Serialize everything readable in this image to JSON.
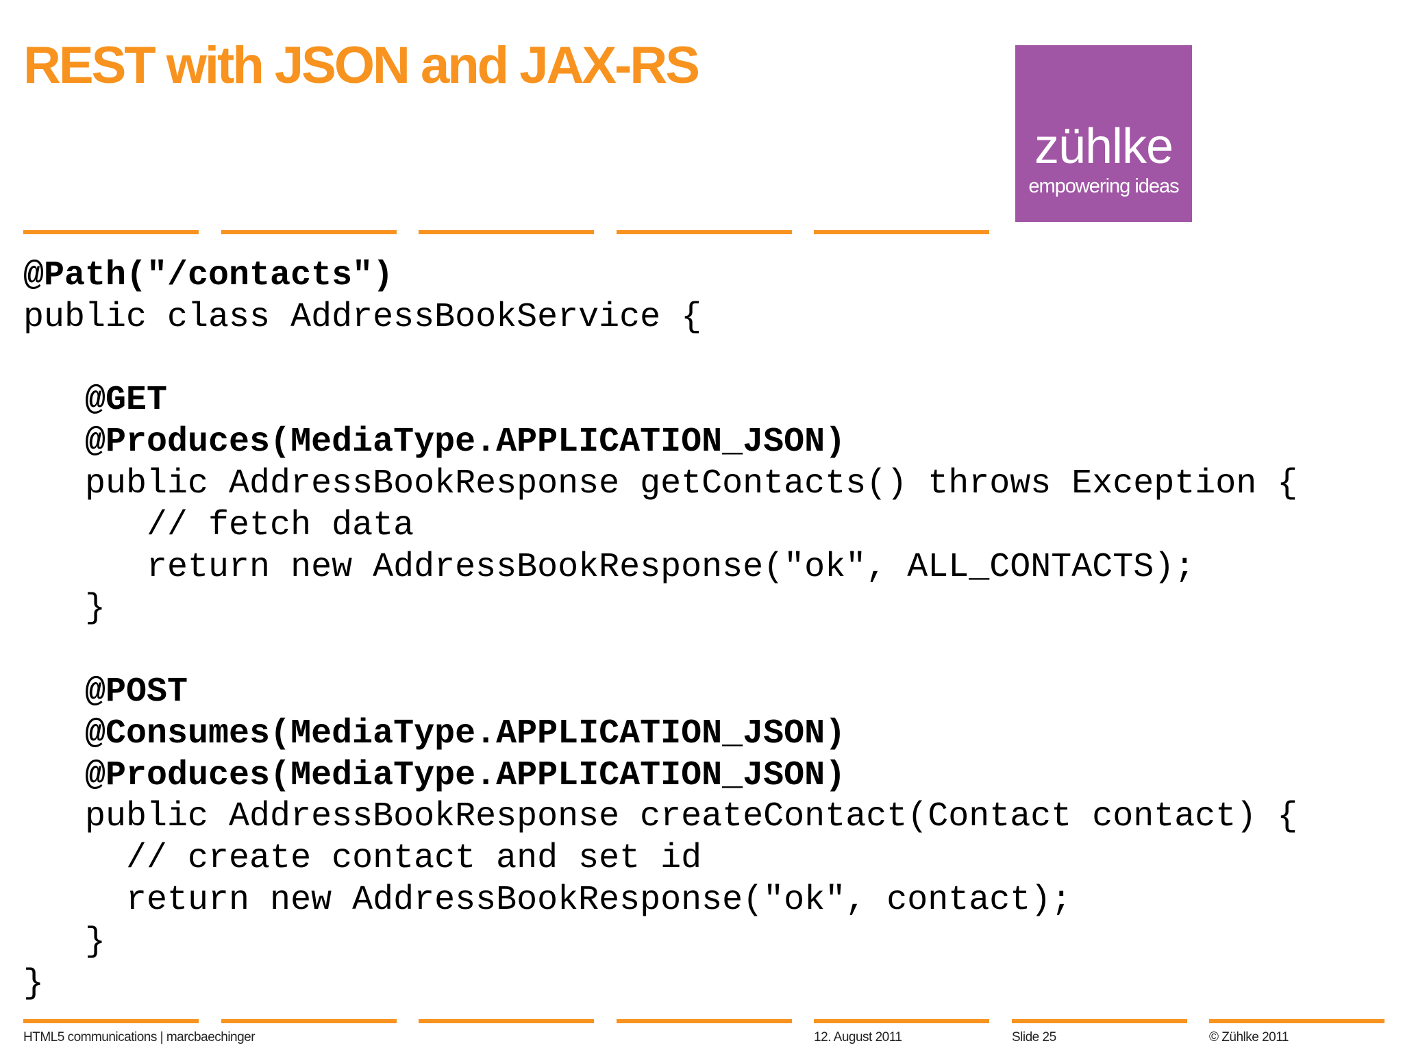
{
  "slide": {
    "title": "REST with JSON and JAX-RS"
  },
  "logo": {
    "word": "zühlke",
    "tagline": "empowering ideas"
  },
  "code": [
    {
      "text": "@Path(\"/contacts\")",
      "bold": true
    },
    {
      "text": "public class AddressBookService {",
      "bold": false
    },
    {
      "text": "",
      "bold": false
    },
    {
      "text": "   @GET",
      "bold": true
    },
    {
      "text": "   @Produces(MediaType.APPLICATION_JSON)",
      "bold": true
    },
    {
      "text": "   public AddressBookResponse getContacts() throws Exception {",
      "bold": false
    },
    {
      "text": "      // fetch data",
      "bold": false
    },
    {
      "text": "      return new AddressBookResponse(\"ok\", ALL_CONTACTS);",
      "bold": false
    },
    {
      "text": "   }",
      "bold": false
    },
    {
      "text": "",
      "bold": false
    },
    {
      "text": "   @POST",
      "bold": true
    },
    {
      "text": "   @Consumes(MediaType.APPLICATION_JSON)",
      "bold": true
    },
    {
      "text": "   @Produces(MediaType.APPLICATION_JSON)",
      "bold": true
    },
    {
      "text": "   public AddressBookResponse createContact(Contact contact) {",
      "bold": false
    },
    {
      "text": "     // create contact and set id",
      "bold": false
    },
    {
      "text": "     return new AddressBookResponse(\"ok\", contact);",
      "bold": false
    },
    {
      "text": "   }",
      "bold": false
    },
    {
      "text": "}",
      "bold": false
    }
  ],
  "footer": {
    "presentation": "HTML5 communications | marcbaechinger",
    "date": "12. August 2011",
    "slide_number": "Slide 25",
    "copyright": "© Zühlke 2011"
  },
  "colors": {
    "accent_orange": "#F7931E",
    "logo_purple": "#A056A4",
    "logo_text": "#FFFFFF",
    "code_text": "#000000"
  }
}
